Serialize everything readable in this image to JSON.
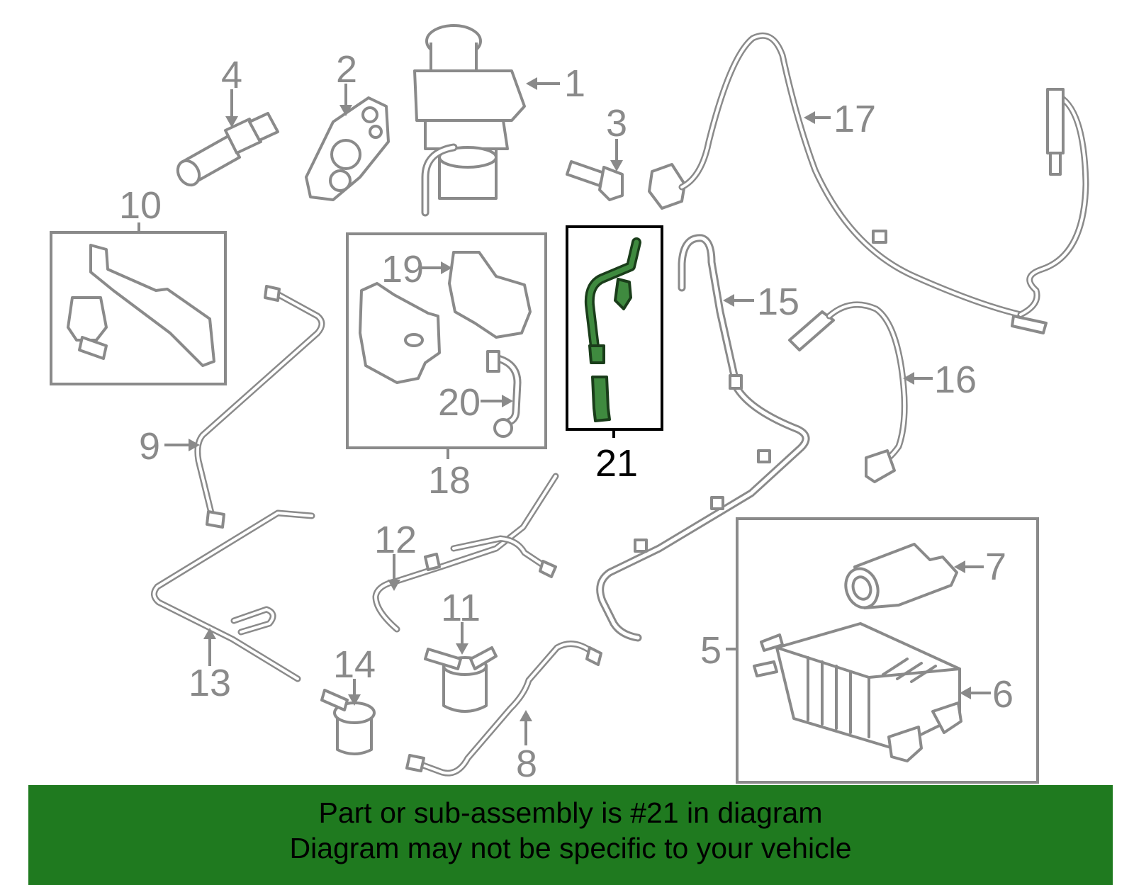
{
  "callouts": {
    "c1": "1",
    "c2": "2",
    "c3": "3",
    "c4": "4",
    "c5": "5",
    "c6": "6",
    "c7": "7",
    "c8": "8",
    "c9": "9",
    "c10": "10",
    "c11": "11",
    "c12": "12",
    "c13": "13",
    "c14": "14",
    "c15": "15",
    "c16": "16",
    "c17": "17",
    "c18": "18",
    "c19": "19",
    "c20": "20",
    "c21": "21"
  },
  "highlighted_part": "21",
  "colors": {
    "line": "#8a8a8a",
    "highlight": "#3f8a3f",
    "highlight_outline": "#1a3d1a",
    "highlight_box": "#000000",
    "banner": "#1f7a1f"
  },
  "banner": {
    "line1": "Part or sub-assembly is #21 in diagram",
    "line2": "Diagram may not be specific to your vehicle"
  }
}
